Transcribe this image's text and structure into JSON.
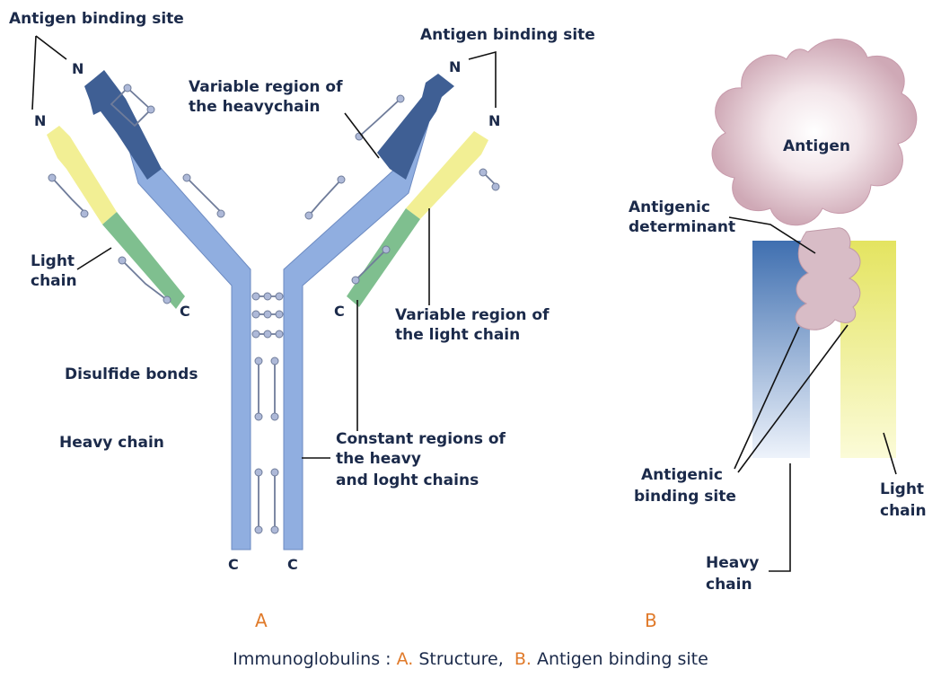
{
  "colors": {
    "heavy_constant": "#90aee0",
    "heavy_variable": "#3f5f94",
    "light_constant": "#7fbf8f",
    "light_variable": "#f2ef94",
    "antigen": "#d8bcc6",
    "label_text": "#1b2a4a",
    "accent_orange": "#e07a2a"
  },
  "panel_a": {
    "antigen_binding_site_left": "Antigen binding site",
    "antigen_binding_site_right": "Antigen binding site",
    "variable_heavy_line1": "Variable region of",
    "variable_heavy_line2": "the heavychain",
    "light_chain_line1": "Light",
    "light_chain_line2": "chain",
    "disulfide_bonds": "Disulfide bonds",
    "heavy_chain": "Heavy chain",
    "variable_light_line1": "Variable region of",
    "variable_light_line2": "the light chain",
    "constant_line1": "Constant regions of",
    "constant_line2": "the heavy",
    "constant_line3": "and loght chains",
    "terminal_n": "N",
    "terminal_c": "C",
    "letter": "A"
  },
  "panel_b": {
    "antigen": "Antigen",
    "antigenic_determinant_line1": "Antigenic",
    "antigenic_determinant_line2": "determinant",
    "antigenic_binding_site_line1": "Antigenic",
    "antigenic_binding_site_line2": "binding site",
    "light_chain_line1": "Light",
    "light_chain_line2": "chain",
    "heavy_chain_line1": "Heavy",
    "heavy_chain_line2": "chain",
    "letter": "B"
  },
  "caption": {
    "prefix": "Immunoglobulins : ",
    "a_letter": "A.",
    "a_text": " Structure,  ",
    "b_letter": "B.",
    "b_text": " Antigen binding site"
  }
}
